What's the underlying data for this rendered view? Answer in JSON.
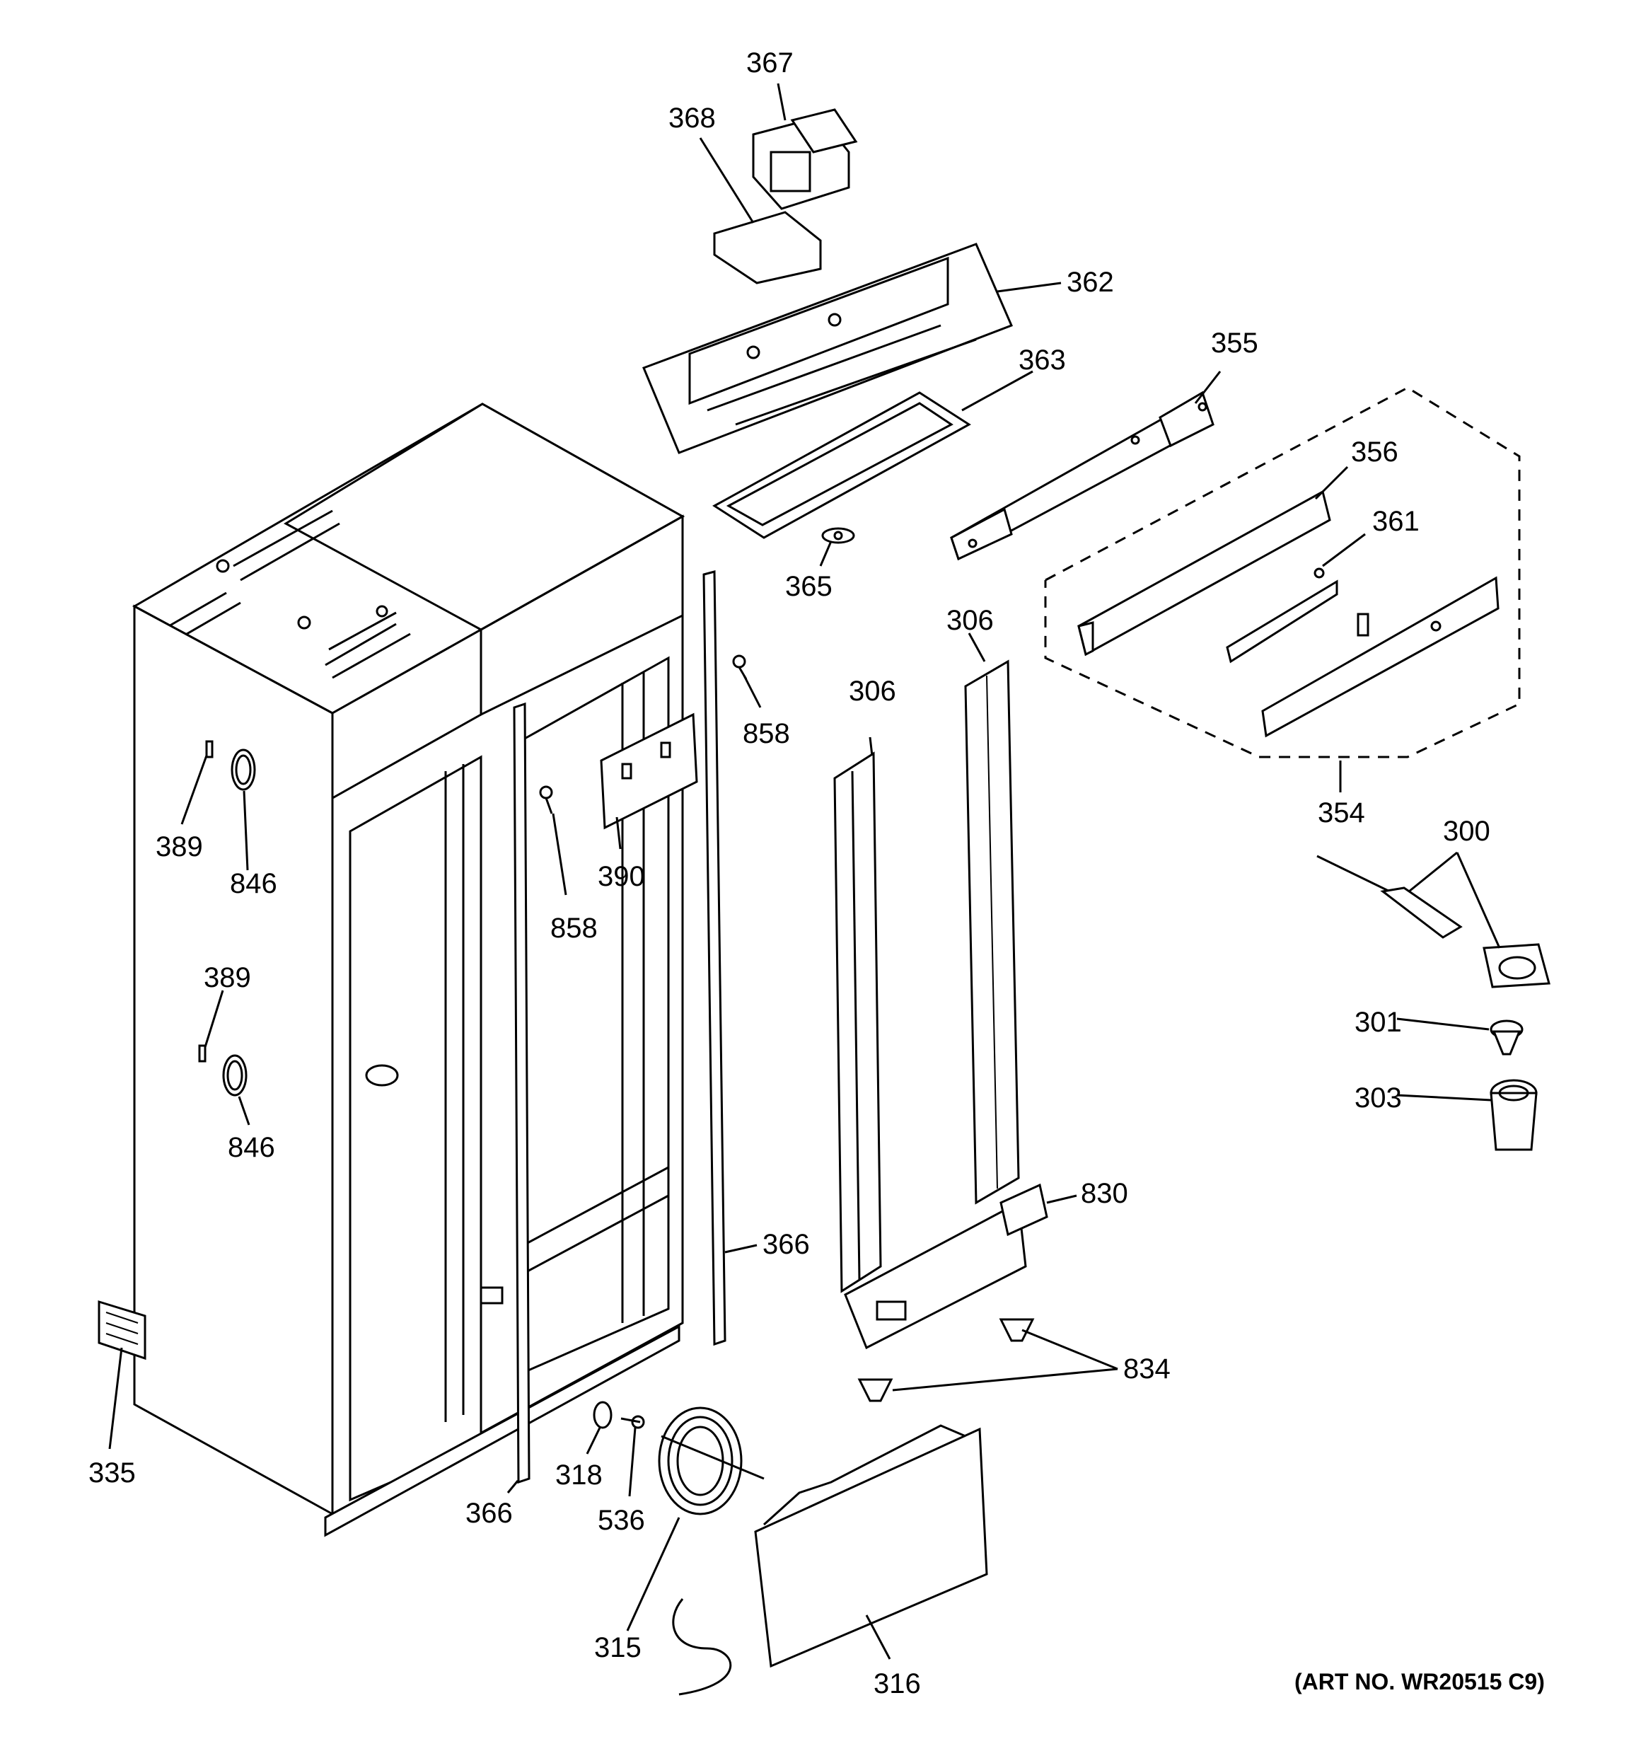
{
  "labels": {
    "p367": "367",
    "p368": "368",
    "p362": "362",
    "p363": "363",
    "p355": "355",
    "p356": "356",
    "p361": "361",
    "p365": "365",
    "p306a": "306",
    "p306b": "306",
    "p858a": "858",
    "p858b": "858",
    "p354": "354",
    "p300": "300",
    "p389a": "389",
    "p846a": "846",
    "p390": "390",
    "p389b": "389",
    "p846b": "846",
    "p301": "301",
    "p303": "303",
    "p830": "830",
    "p366a": "366",
    "p366b": "366",
    "p834": "834",
    "p335": "335",
    "p318": "318",
    "p536": "536",
    "p315": "315",
    "p316": "316"
  },
  "art_number": "(ART NO. WR20515 C9)"
}
